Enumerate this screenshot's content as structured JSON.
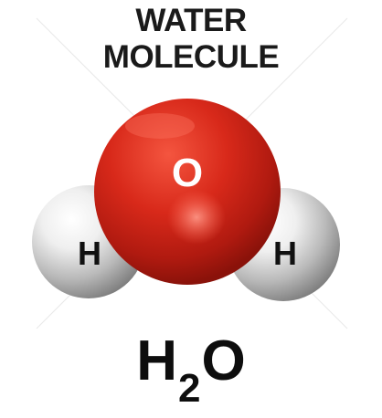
{
  "title": {
    "line1": "WATER",
    "line2": "MOLECULE"
  },
  "atoms": {
    "oxygen": "O",
    "hydrogen_left": "H",
    "hydrogen_right": "H"
  },
  "formula": {
    "element1": "H",
    "subscript": "2",
    "element2": "O"
  },
  "colors": {
    "oxygen": "#d42a1a",
    "hydrogen": "#d9d9d9",
    "text": "#1a1a1a"
  }
}
